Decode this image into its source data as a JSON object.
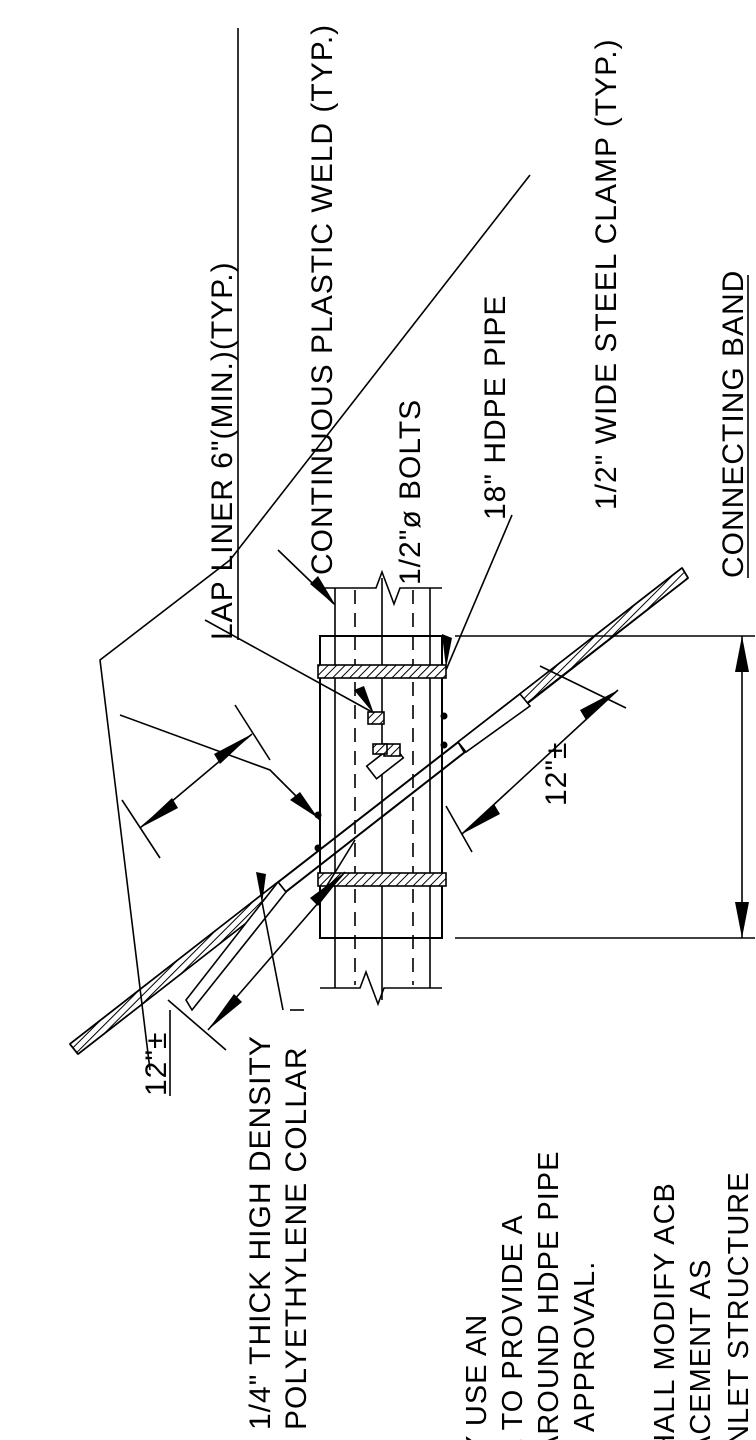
{
  "labels": {
    "lap_liner": "LAP LINER 6\"(MIN.)(TYP.)",
    "plastic_weld": "CONTINUOUS PLASTIC WELD (TYP.)",
    "bolts": "1/2\"ø BOLTS",
    "hdpe_pipe": "18\" HDPE PIPE",
    "steel_clamp": "1/2\" WIDE STEEL CLAMP (TYP.)",
    "connecting_band": "CONNECTING BAND",
    "dim_right": "12\"±",
    "dim_left": "12\"±",
    "collar_line1": "1/4\" THICK HIGH DENSITY",
    "collar_line2": "POLYETHYLENE COLLAR"
  },
  "notes": {
    "note1": [
      "Y USE AN",
      "L TO PROVIDE A",
      "AROUND HDPE PIPE",
      "APPROVAL."
    ],
    "note2": [
      "HALL MODIFY ACB",
      "ACEMENT AS",
      "INLET STRUCTURE"
    ]
  }
}
